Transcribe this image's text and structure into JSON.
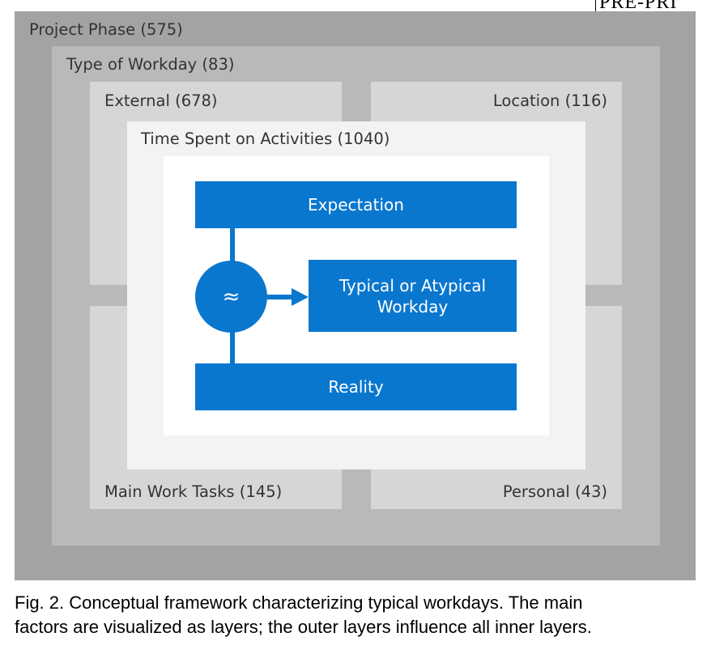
{
  "header_fragment": "PRE-PRI",
  "layers": {
    "project_phase": "Project Phase (575)",
    "type_of_workday": "Type of Workday (83)",
    "external": "External (678)",
    "location": "Location (116)",
    "main_work_tasks": "Main Work Tasks (145)",
    "personal": "Personal (43)",
    "time_spent": "Time Spent on Activities (1040)"
  },
  "core": {
    "expectation": "Expectation",
    "approx_symbol": "≈",
    "outcome_line1": "Typical or Atypical",
    "outcome_line2": "Workday",
    "reality": "Reality"
  },
  "caption": {
    "line1": "Fig. 2. Conceptual framework characterizing typical workdays. The main",
    "line2": "factors are visualized as layers; the outer layers influence all inner layers."
  },
  "colors": {
    "outer_layer": "#a3a3a3",
    "second_layer": "#b9b9b9",
    "third_layer": "#d6d6d6",
    "fourth_layer": "#f3f3f3",
    "core_box": "#ffffff",
    "accent_blue": "#0a77cf"
  }
}
